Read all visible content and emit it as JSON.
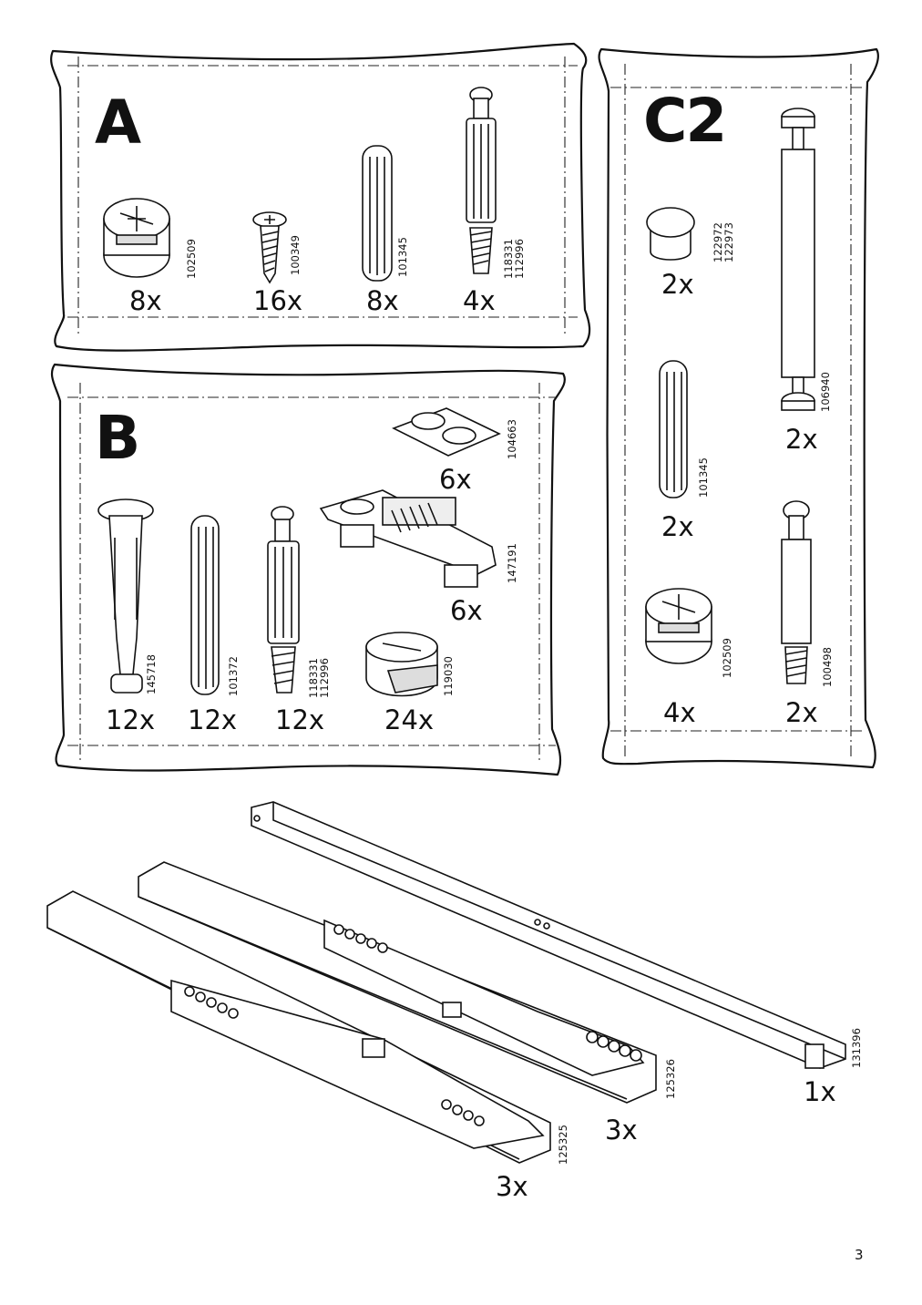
{
  "page_number": "3",
  "bags": {
    "A": {
      "letter": "A",
      "items": [
        {
          "icon": "cam-lock-nut-icon",
          "part": [
            "102509"
          ],
          "qty": "8x"
        },
        {
          "icon": "screw-icon",
          "part": [
            "100349"
          ],
          "qty": "16x"
        },
        {
          "icon": "wooden-dowel-icon",
          "part": [
            "101345"
          ],
          "qty": "8x"
        },
        {
          "icon": "cam-bolt-icon",
          "part": [
            "118331",
            "112996"
          ],
          "qty": "4x"
        }
      ]
    },
    "B": {
      "letter": "B",
      "items": [
        {
          "icon": "adhesive-bumper-pads-icon",
          "part": [
            "104663"
          ],
          "qty": "6x"
        },
        {
          "icon": "drawer-catch-icon",
          "part": [
            "147191"
          ],
          "qty": "6x"
        },
        {
          "icon": "expansion-anchor-icon",
          "part": [
            "145718"
          ],
          "qty": "12x"
        },
        {
          "icon": "wooden-dowel-icon",
          "part": [
            "101372"
          ],
          "qty": "12x"
        },
        {
          "icon": "cam-bolt-icon",
          "part": [
            "118331",
            "112996"
          ],
          "qty": "12x"
        },
        {
          "icon": "cam-lock-nut-icon",
          "part": [
            "119030"
          ],
          "qty": "24x"
        }
      ]
    },
    "C2": {
      "letter": "C2",
      "items": [
        {
          "icon": "cap-icon",
          "part": [
            "122972",
            "122973"
          ],
          "qty": "2x"
        },
        {
          "icon": "connector-bolt-icon",
          "part": [
            "106940"
          ],
          "qty": "2x"
        },
        {
          "icon": "wooden-dowel-icon",
          "part": [
            "101345"
          ],
          "qty": "2x"
        },
        {
          "icon": "cam-lock-nut-icon",
          "part": [
            "102509"
          ],
          "qty": "4x"
        },
        {
          "icon": "cam-bolt-icon",
          "part": [
            "100498"
          ],
          "qty": "2x"
        }
      ]
    }
  },
  "rails": [
    {
      "icon": "rail-bar-icon",
      "part": [
        "131396"
      ],
      "qty": "1x"
    },
    {
      "icon": "drawer-runner-icon",
      "part": [
        "125326"
      ],
      "qty": "3x"
    },
    {
      "icon": "drawer-runner-icon",
      "part": [
        "125325"
      ],
      "qty": "3x"
    }
  ]
}
